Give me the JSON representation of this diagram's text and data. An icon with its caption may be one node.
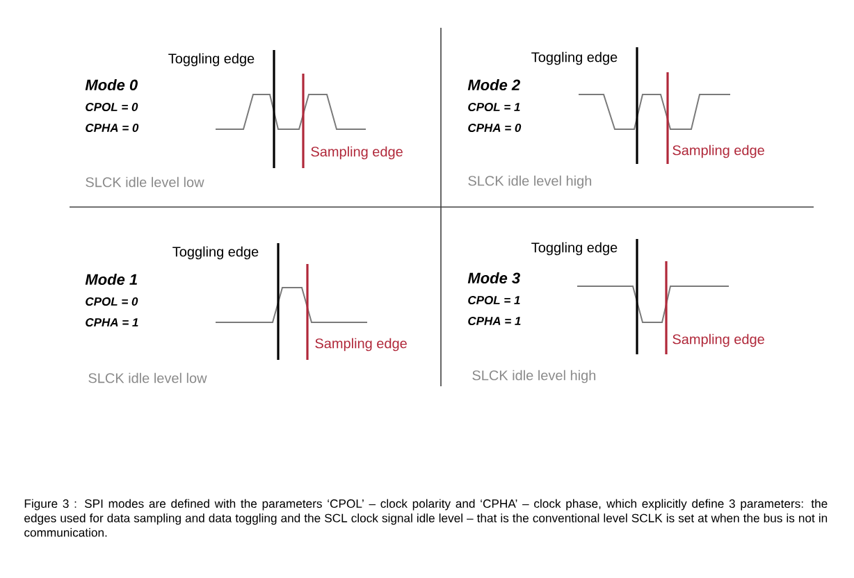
{
  "diagram": {
    "caption": "Figure 3 : SPI modes are defined with the parameters ‘CPOL’ – clock polarity and ‘CPHA’ – clock phase, which explicitly define 3 parameters: the edges used for data sampling and data toggling and the SCL clock signal idle level – that is the conventional level SCLK is set at when the bus is not in communication.",
    "labels": [
      "Toggling edge",
      "Mode 0",
      "CPOL = 0",
      "CPHA = 0",
      "Sampling edge",
      "SLCK idle level low",
      "Toggling edge",
      "Mode 2",
      "CPOL = 1",
      "CPHA = 0",
      "Sampling edge",
      "SLCK idle level high",
      "Toggling edge",
      "Mode 1",
      "CPOL = 0",
      "CPHA = 1",
      "Sampling edge",
      "SLCK idle level low",
      "Toggling edge",
      "Mode 3",
      "CPOL = 1",
      "CPHA = 1",
      "Sampling edge",
      "SLCK idle level high"
    ]
  }
}
